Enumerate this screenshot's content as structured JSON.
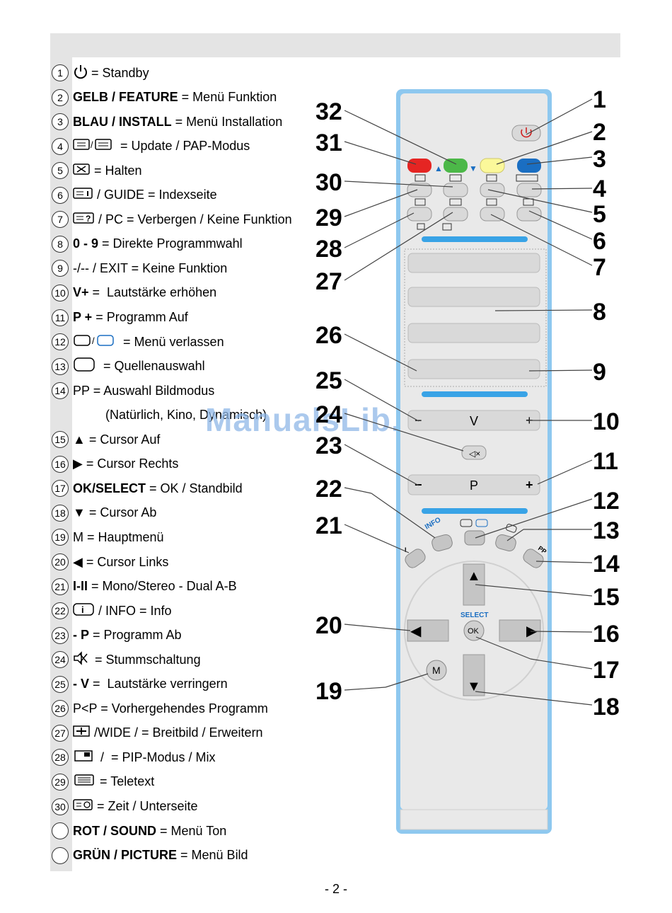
{
  "legend": [
    {
      "num": "1",
      "icon": "power-icon",
      "bold": "",
      "text": "= Standby"
    },
    {
      "num": "2",
      "icon": "",
      "bold": "GELB / FEATURE",
      "text": " = Menü Funktion"
    },
    {
      "num": "3",
      "icon": "",
      "bold": "BLAU / INSTALL",
      "text": " = Menü Installation"
    },
    {
      "num": "4",
      "icon": "teletext-update-icon",
      "bold": "",
      "text": " = Update / PAP-Modus"
    },
    {
      "num": "5",
      "icon": "teletext-hold-icon",
      "bold": "",
      "text": "= Halten"
    },
    {
      "num": "6",
      "icon": "teletext-index-icon",
      "bold": "",
      "text": "/ GUIDE = Indexseite"
    },
    {
      "num": "7",
      "icon": "teletext-reveal-icon",
      "bold": "",
      "text": "/ PC = Verbergen / Keine Funktion"
    },
    {
      "num": "8",
      "icon": "",
      "bold": "0 - 9",
      "text": " = Direkte Programmwahl"
    },
    {
      "num": "9",
      "icon": "",
      "bold": "",
      "text": "-/-- / EXIT = Keine Funktion"
    },
    {
      "num": "10",
      "icon": "",
      "bold": "V+",
      "text": " =  Lautstärke erhöhen"
    },
    {
      "num": "11",
      "icon": "",
      "bold": "P +",
      "text": " = Programm Auf"
    },
    {
      "num": "12",
      "icon": "menu-exit-icon",
      "bold": "",
      "text": " = Menü verlassen"
    },
    {
      "num": "13",
      "icon": "source-icon",
      "bold": "",
      "text": " = Quellenauswahl"
    },
    {
      "num": "14",
      "icon": "",
      "bold": "",
      "text": "PP = Auswahl Bildmodus"
    },
    {
      "num": "",
      "icon": "",
      "bold": "",
      "text": "(Natürlich, Kino, Dynamisch)"
    },
    {
      "num": "15",
      "icon": "",
      "bold": "",
      "text": "▲ = Cursor Auf"
    },
    {
      "num": "16",
      "icon": "",
      "bold": "",
      "text": "▶ = Cursor Rechts"
    },
    {
      "num": "17",
      "icon": "",
      "bold": "OK/SELECT",
      "text": " = OK / Standbild"
    },
    {
      "num": "18",
      "icon": "",
      "bold": "",
      "text": "▼ = Cursor Ab"
    },
    {
      "num": "19",
      "icon": "",
      "bold": "",
      "text": "M = Hauptmenü"
    },
    {
      "num": "20",
      "icon": "",
      "bold": "",
      "text": "◀ = Cursor Links"
    },
    {
      "num": "21",
      "icon": "",
      "bold": "I-II",
      "text": " = Mono/Stereo - Dual A-B"
    },
    {
      "num": "22",
      "icon": "info-icon",
      "bold": "",
      "text": "/ INFO = Info"
    },
    {
      "num": "23",
      "icon": "",
      "bold": "- P",
      "text": " = Programm Ab"
    },
    {
      "num": "24",
      "icon": "mute-icon",
      "bold": "",
      "text": " = Stummschaltung"
    },
    {
      "num": "25",
      "icon": "",
      "bold": "- V",
      "text": " =  Lautstärke verringern"
    },
    {
      "num": "26",
      "icon": "",
      "bold": "",
      "text": "P<P = Vorhergehendes Programm"
    },
    {
      "num": "27",
      "icon": "wide-icon",
      "bold": "",
      "text": "/WIDE / = Breitbild / Erweitern"
    },
    {
      "num": "28",
      "icon": "pip-icon",
      "bold": "",
      "text": " /  = PIP-Modus / Mix"
    },
    {
      "num": "29",
      "icon": "teletext-icon",
      "bold": "",
      "text": "= Teletext"
    },
    {
      "num": "30",
      "icon": "teletext-time-icon",
      "bold": "",
      "text": "= Zeit / Unterseite"
    },
    {
      "num": "",
      "icon": "",
      "bold": "ROT / SOUND",
      "text": " = Menü Ton"
    },
    {
      "num": "",
      "icon": "",
      "bold": "GRÜN / PICTURE",
      "text": " = Menü Bild"
    }
  ],
  "watermark": "ManualsLib.de",
  "page_number": "- 2 -",
  "remote": {
    "callouts": [
      "1",
      "2",
      "3",
      "4",
      "5",
      "6",
      "7",
      "8",
      "9",
      "10",
      "11",
      "12",
      "13",
      "14",
      "15",
      "16",
      "17",
      "18",
      "19",
      "20",
      "21",
      "22",
      "23",
      "24",
      "25",
      "26",
      "27",
      "28",
      "29",
      "30",
      "31",
      "32"
    ],
    "vol_label": "V",
    "prog_label": "P",
    "minus": "−",
    "plus": "+",
    "select_label": "SELECT",
    "ok_label": "OK",
    "menu_label": "M",
    "info_label": "INFO",
    "pp_label": "PP",
    "ii_label": "I",
    "colors": {
      "red": "#e52523",
      "green": "#4cb848",
      "yellow": "#fbf89a",
      "blue": "#1a6ec2",
      "body": "#e9e9e9",
      "frame": "#8ec8ef",
      "stripe": "#39a3e6"
    }
  }
}
